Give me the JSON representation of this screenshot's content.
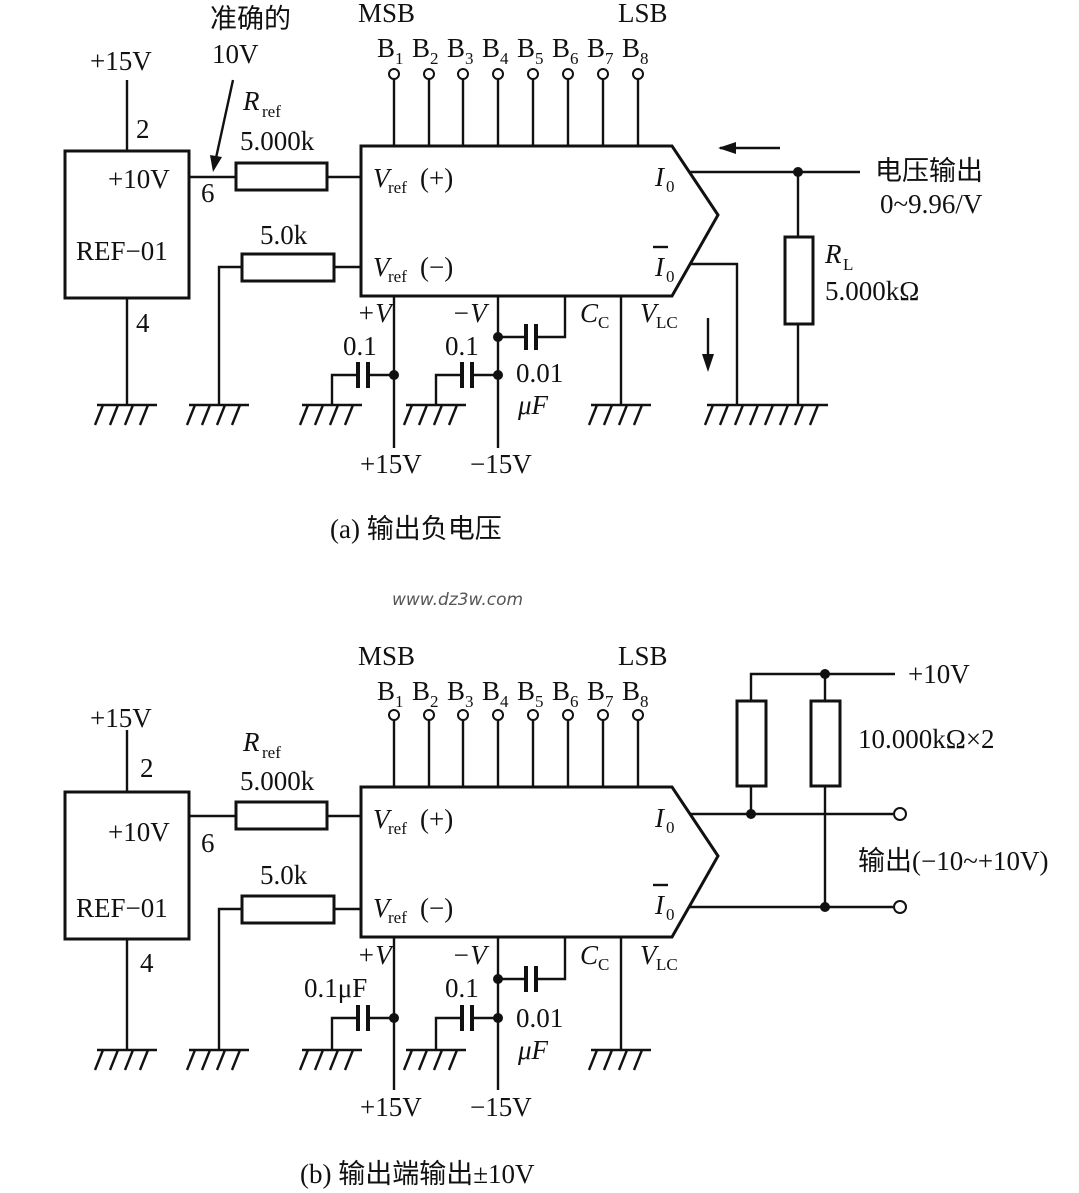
{
  "diagram_a": {
    "caption": "(a) 输出负电压",
    "note_accurate": "准确的",
    "note_10v": "10V",
    "msb": "MSB",
    "lsb": "LSB",
    "bits": [
      "B",
      "B",
      "B",
      "B",
      "B",
      "B",
      "B",
      "B"
    ],
    "bit_subs": [
      "1",
      "2",
      "3",
      "4",
      "5",
      "6",
      "7",
      "8"
    ],
    "plus15_top": "+15V",
    "pin2": "2",
    "pin4": "4",
    "pin6": "6",
    "ref_out": "+10V",
    "ref_name": "REF−01",
    "rref_label": "R",
    "rref_sub": "ref",
    "rref_value": "5.000k",
    "r2_value": "5.0k",
    "vref_plus": "V",
    "vref_plus_sub": "ref",
    "vref_plus_tail": "(+)",
    "vref_minus": "V",
    "vref_minus_sub": "ref",
    "vref_minus_tail": "(−)",
    "io": "I",
    "io_sub": "0",
    "io_bar": "I",
    "io_bar_sub": "0",
    "vplus": "+V",
    "vminus": "−V",
    "cc": "C",
    "cc_sub": "C",
    "vlc": "V",
    "vlc_sub": "LC",
    "cap1": "0.1",
    "cap2": "0.1",
    "cap3_a": "0.01",
    "cap3_b": "μF",
    "supply_pos": "+15V",
    "supply_neg": "−15V",
    "out_label": "电压输出",
    "out_range": "0~9.96/V",
    "rl": "R",
    "rl_sub": "L",
    "rl_value": "5.000kΩ"
  },
  "diagram_b": {
    "caption": "(b) 输出端输出±10V",
    "msb": "MSB",
    "lsb": "LSB",
    "bits": [
      "B",
      "B",
      "B",
      "B",
      "B",
      "B",
      "B",
      "B"
    ],
    "bit_subs": [
      "1",
      "2",
      "3",
      "4",
      "5",
      "6",
      "7",
      "8"
    ],
    "plus15_top": "+15V",
    "pin2": "2",
    "pin4": "4",
    "pin6": "6",
    "ref_out": "+10V",
    "ref_name": "REF−01",
    "rref_label": "R",
    "rref_sub": "ref",
    "rref_value": "5.000k",
    "r2_value": "5.0k",
    "vref_plus": "V",
    "vref_plus_sub": "ref",
    "vref_plus_tail": "(+)",
    "vref_minus": "V",
    "vref_minus_sub": "ref",
    "vref_minus_tail": "(−)",
    "io": "I",
    "io_sub": "0",
    "io_bar": "I",
    "io_bar_sub": "0",
    "vplus": "+V",
    "vminus": "−V",
    "cc": "C",
    "cc_sub": "C",
    "vlc": "V",
    "vlc_sub": "LC",
    "cap1": "0.1μF",
    "cap2": "0.1",
    "cap3_a": "0.01",
    "cap3_b": "μF",
    "supply_pos": "+15V",
    "supply_neg": "−15V",
    "plus10": "+10V",
    "resistors": "10.000kΩ×2",
    "out_label": "输出(−10~+10V)"
  },
  "watermark": "www.dz3w.com"
}
